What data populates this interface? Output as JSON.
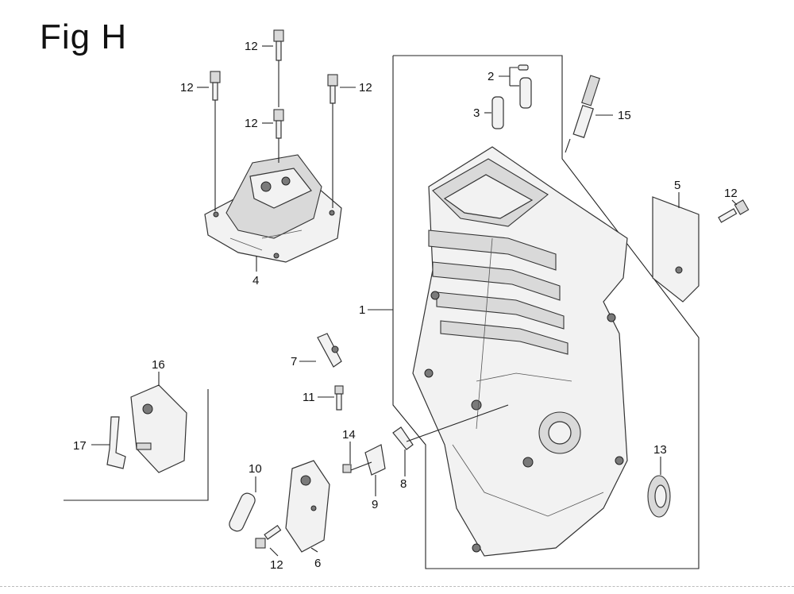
{
  "figure": {
    "title": "Fig H"
  },
  "callouts": [
    {
      "id": "c1",
      "label": "1"
    },
    {
      "id": "c2",
      "label": "2"
    },
    {
      "id": "c3",
      "label": "3"
    },
    {
      "id": "c4",
      "label": "4"
    },
    {
      "id": "c5",
      "label": "5"
    },
    {
      "id": "c6",
      "label": "6"
    },
    {
      "id": "c7",
      "label": "7"
    },
    {
      "id": "c8",
      "label": "8"
    },
    {
      "id": "c9",
      "label": "9"
    },
    {
      "id": "c10",
      "label": "10"
    },
    {
      "id": "c11",
      "label": "11"
    },
    {
      "id": "c12a",
      "label": "12"
    },
    {
      "id": "c12b",
      "label": "12"
    },
    {
      "id": "c12c",
      "label": "12"
    },
    {
      "id": "c12d",
      "label": "12"
    },
    {
      "id": "c12e",
      "label": "12"
    },
    {
      "id": "c12f",
      "label": "12"
    },
    {
      "id": "c13",
      "label": "13"
    },
    {
      "id": "c14",
      "label": "14"
    },
    {
      "id": "c15",
      "label": "15"
    },
    {
      "id": "c16",
      "label": "16"
    },
    {
      "id": "c17",
      "label": "17"
    }
  ]
}
